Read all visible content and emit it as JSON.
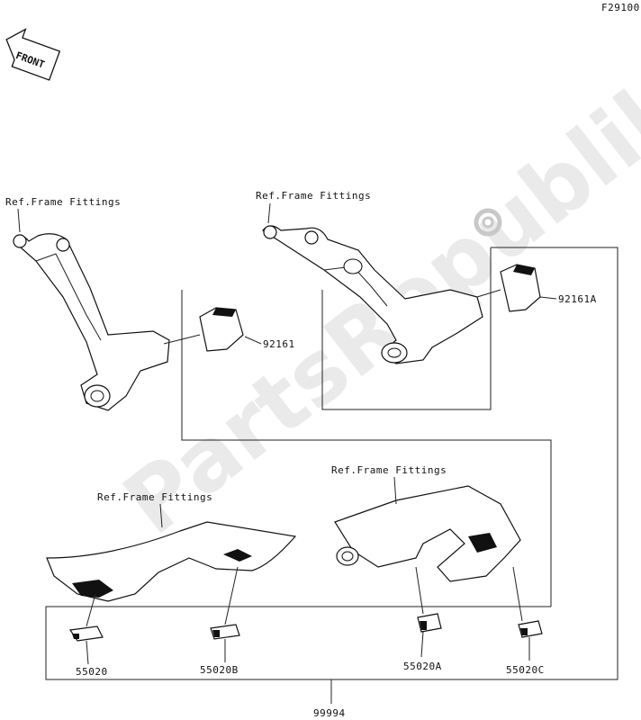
{
  "figure_code": "F29100",
  "front_label": "FRONT",
  "watermark": "PartsRepublik",
  "ref_labels": {
    "top_left": "Ref.Frame Fittings",
    "top_right": "Ref.Frame Fittings",
    "bottom_left": "Ref.Frame Fittings",
    "bottom_right": "Ref.Frame Fittings"
  },
  "parts": {
    "p92161": "92161",
    "p92161A": "92161A",
    "p55020": "55020",
    "p55020B": "55020B",
    "p55020A": "55020A",
    "p55020C": "55020C",
    "p99994": "99994"
  }
}
